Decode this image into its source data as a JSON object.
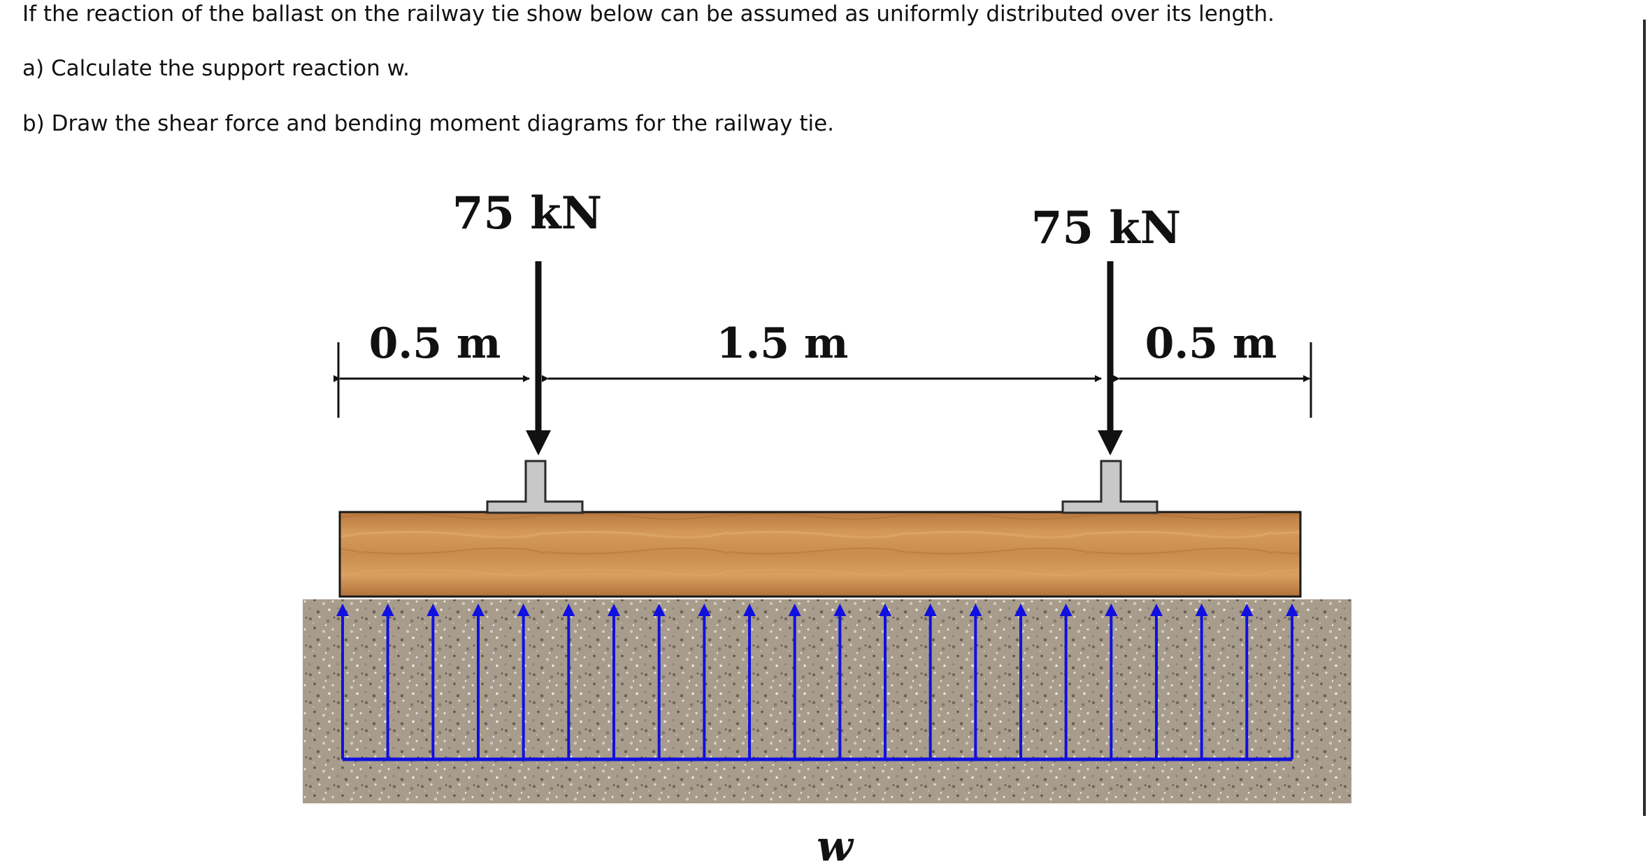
{
  "question": {
    "intro": "If the reaction of the ballast on the railway tie show below can be assumed as uniformly distributed over its length.",
    "part_a": "a) Calculate the support reaction w.",
    "part_b": "b) Draw the shear force and bending moment diagrams for the railway tie."
  },
  "figure": {
    "load_left": "75 kN",
    "load_right": "75 kN",
    "dim_left": "0.5 m",
    "dim_middle": "1.5 m",
    "dim_right": "0.5 m",
    "reaction_label": "w",
    "colors": {
      "reaction_arrows": "#1010e0",
      "rail": "#c8c8c8",
      "tie_wood": "#c88848",
      "ballast": "#a89c8c",
      "ink": "#111111"
    }
  }
}
